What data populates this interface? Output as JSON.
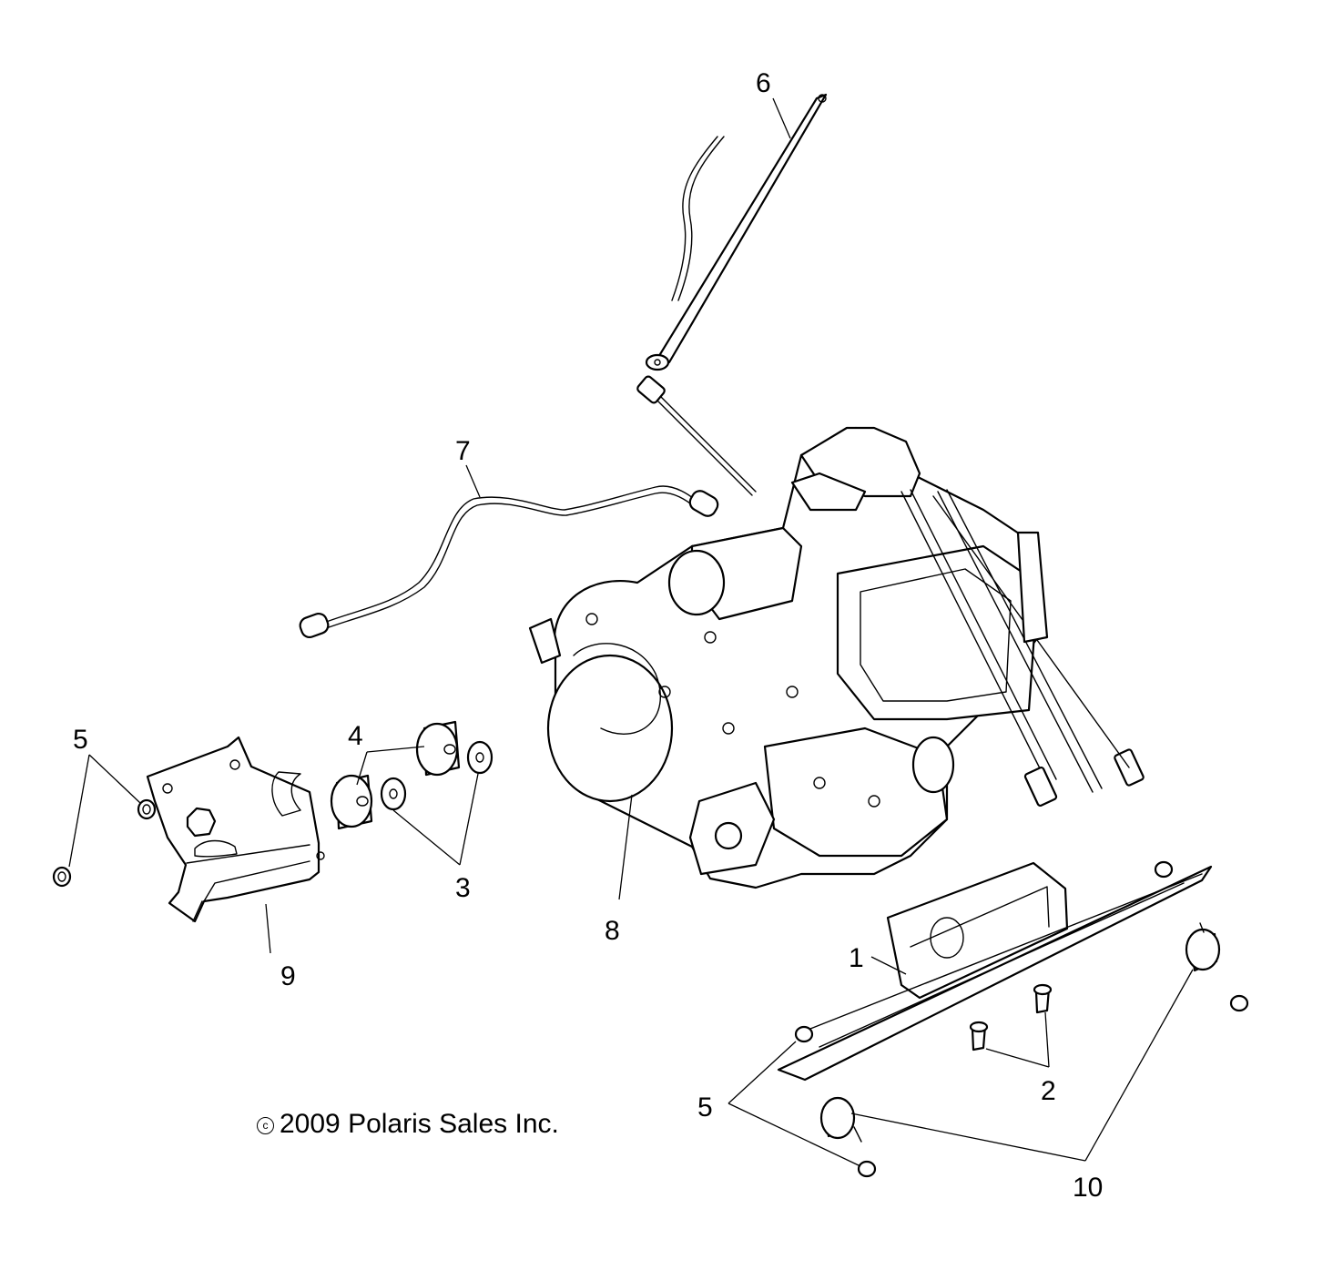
{
  "callouts": {
    "c1": "1",
    "c2": "2",
    "c3": "3",
    "c4": "4",
    "c5_left": "5",
    "c5_right": "5",
    "c6": "6",
    "c7": "7",
    "c8": "8",
    "c9": "9",
    "c10": "10"
  },
  "copyright": {
    "symbol": "c",
    "text": "2009 Polaris Sales Inc."
  }
}
